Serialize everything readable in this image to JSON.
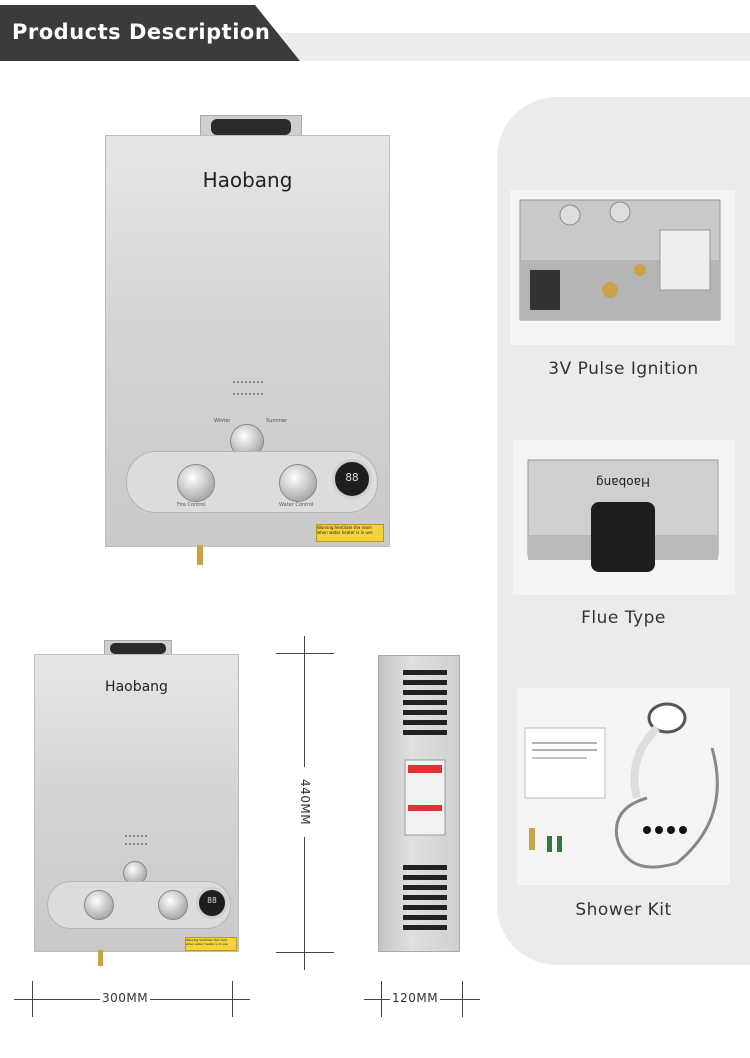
{
  "header": {
    "title": "Products Description"
  },
  "features": [
    {
      "caption": "3V Pulse Ignition"
    },
    {
      "caption": "Flue Type"
    },
    {
      "caption": "Shower Kit"
    }
  ],
  "product": {
    "brand": "Haobang",
    "warning_text": "Warning:Ventilate the room when water heater is in use",
    "knob_labels": {
      "left": "Fire Control",
      "right": "Water Control",
      "top_left": "Winter",
      "top_right": "Summer"
    },
    "display_value": "88"
  },
  "dimensions": {
    "height": "440MM",
    "width": "300MM",
    "depth": "120MM"
  },
  "colors": {
    "banner": "#3b3b3b",
    "panel": "#ebebeb",
    "steel": "#d3d3d3"
  }
}
